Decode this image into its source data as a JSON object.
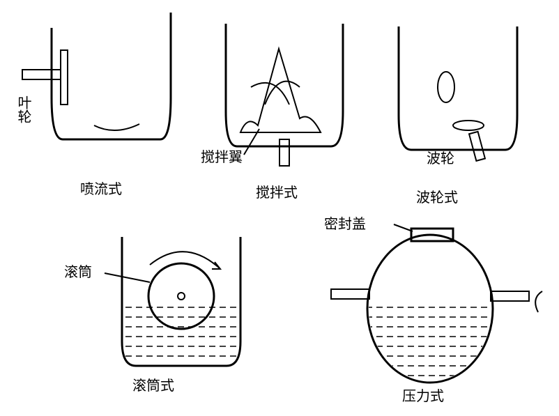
{
  "diagrams": [
    {
      "title": "喷流式",
      "parts": [
        "叶轮"
      ]
    },
    {
      "title": "搅拌式",
      "parts": [
        "搅拌翼"
      ]
    },
    {
      "title": "波轮式",
      "parts": [
        "波轮"
      ]
    },
    {
      "title": "滚筒式",
      "parts": [
        "滚筒"
      ]
    },
    {
      "title": "压力式",
      "parts": [
        "密封盖"
      ]
    }
  ]
}
